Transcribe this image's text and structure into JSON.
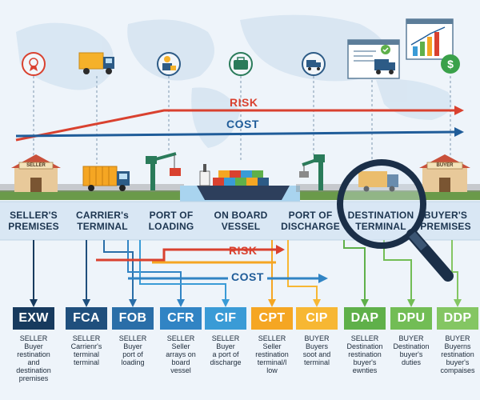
{
  "header": {
    "risk_label": "RISK",
    "cost_label": "COST"
  },
  "signs": {
    "seller": "SELLER",
    "buyer": "BUYER"
  },
  "stages": [
    {
      "label": "SELLER'S\nPREMISES"
    },
    {
      "label": "CARRIER's\nTERMINAL"
    },
    {
      "label": "PORT OF\nLOADING"
    },
    {
      "label": "ON BOARD\nVESSEL"
    },
    {
      "label": "PORT OF\nDISCHARGE"
    },
    {
      "label": "DESTINATION\nTERMINAL"
    },
    {
      "label": "BUYER'S\nPREMISES"
    }
  ],
  "middle": {
    "risk_label": "RISK",
    "cost_label": "COST"
  },
  "terms": [
    {
      "code": "EXW",
      "color": "#173a5e",
      "desc": "SELLER\nBuyer\nrestination\nand\ndestination\npremises"
    },
    {
      "code": "FCA",
      "color": "#1f4f7d",
      "desc": "SELLER\nCarrienr's\nterminal\nterminal"
    },
    {
      "code": "FOB",
      "color": "#2a6ea8",
      "desc": "SELLER\nBuyer\nport of\nloading"
    },
    {
      "code": "CFR",
      "color": "#3184c4",
      "desc": "SELLER\nSeller\narrays on\nboard\nvessel"
    },
    {
      "code": "CIF",
      "color": "#3a9bd6",
      "desc": "SELLER\nBuyer\na port of\ndischarge"
    },
    {
      "code": "CPT",
      "color": "#f5a623",
      "desc": "SELLER\nSeller\nrestination\nterminal/l\nlow"
    },
    {
      "code": "CIP",
      "color": "#f7b733",
      "desc": "BUYER\nBuyers\nsoot and\nterminal"
    },
    {
      "code": "DAP",
      "color": "#5fb04a",
      "desc": "SELLER\nDestination\nrestination\nbuyer's\newnties"
    },
    {
      "code": "DPU",
      "color": "#72bd55",
      "desc": "BUYER\nDestination\nbuyer's\nduties"
    },
    {
      "code": "DDP",
      "color": "#84c663",
      "desc": "BUYER\nBuyerns\nrestination\nbuyer's\ncompaises"
    }
  ],
  "colors": {
    "risk": "#d9412f",
    "cost": "#1f5c99",
    "water": "#a9d4ef",
    "land": "#6a9a4a"
  }
}
